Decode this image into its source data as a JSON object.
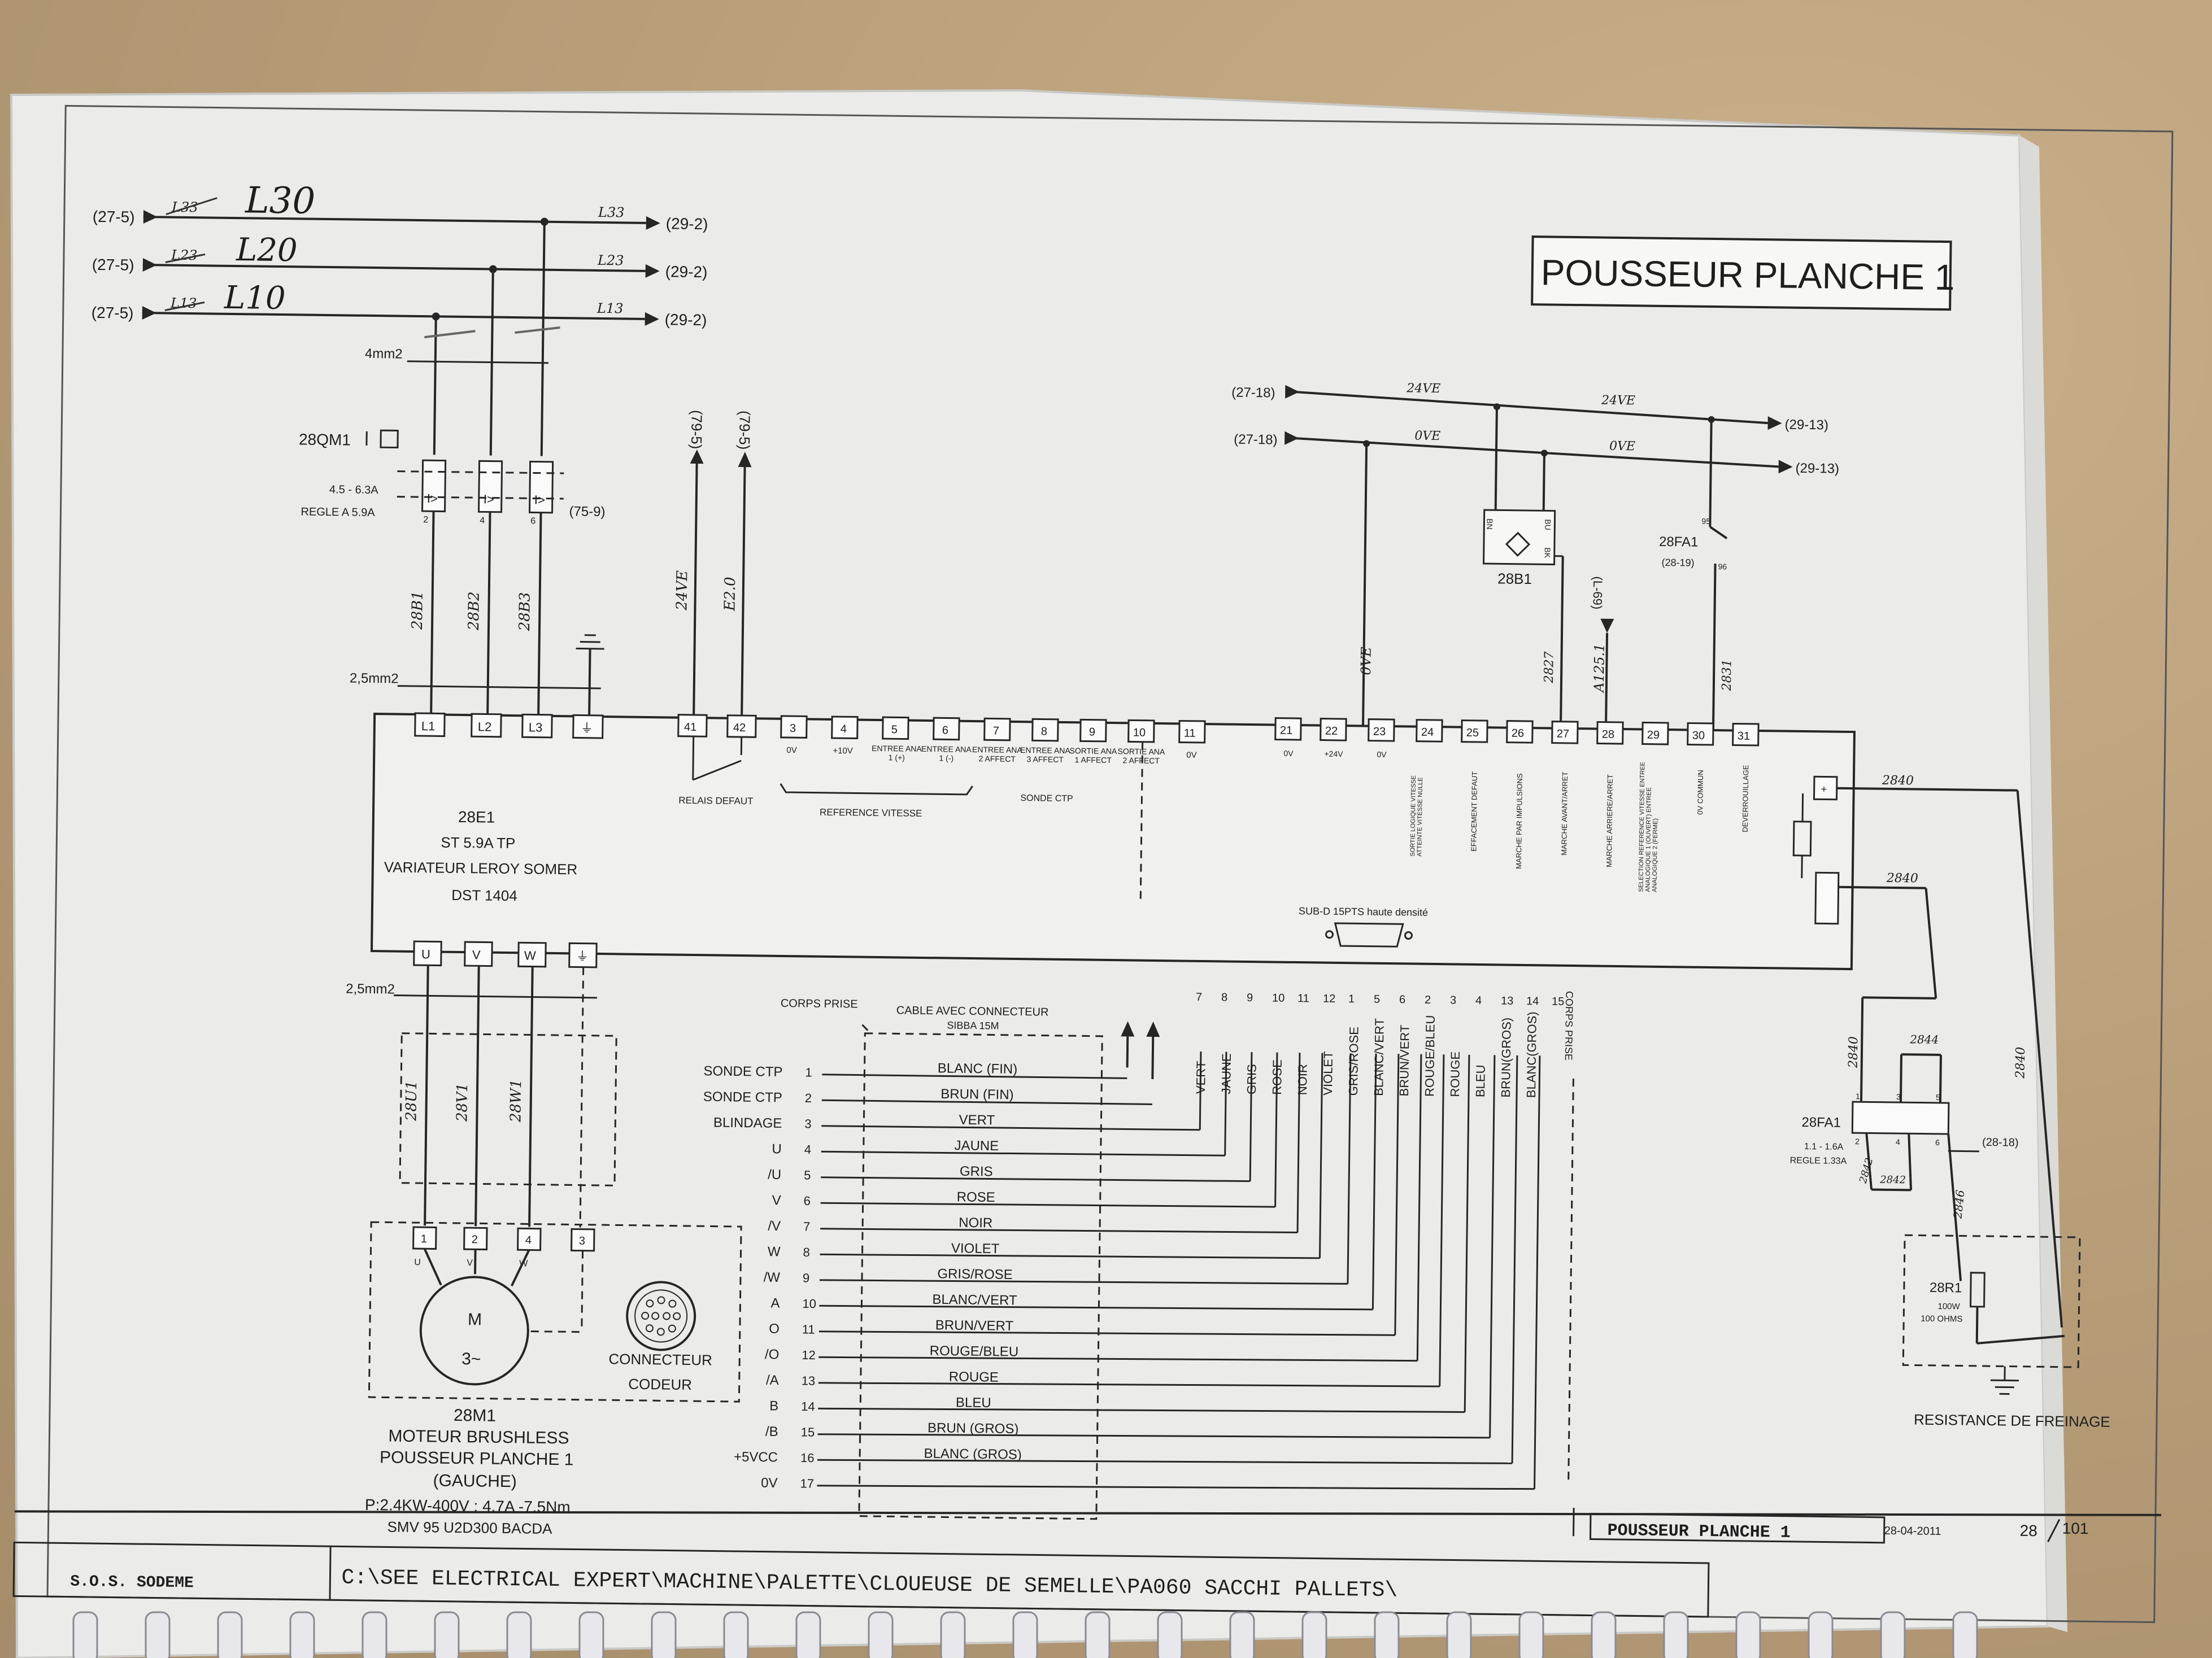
{
  "sheet": {
    "title": "POUSSEUR PLANCHE 1",
    "footer": {
      "company": "S.O.S. SODEME",
      "path": "C:\\SEE ELECTRICAL EXPERT\\MACHINE\\PALETTE\\CLOUEUSE DE SEMELLE\\PA060 SACCHI PALLETS\\",
      "title": "POUSSEUR PLANCHE 1",
      "date": "28-04-2011",
      "page": "28",
      "total": "101"
    }
  },
  "power": {
    "lines": [
      {
        "from": "(27-5)",
        "printed": "L33",
        "handwritten": "L30",
        "label": "L33",
        "to": "(29-2)"
      },
      {
        "from": "(27-5)",
        "printed": "L23",
        "handwritten": "L20",
        "label": "L23",
        "to": "(29-2)"
      },
      {
        "from": "(27-5)",
        "printed": "L13",
        "handwritten": "L10",
        "label": "L13",
        "to": "(29-2)"
      }
    ],
    "section_top": "4mm2",
    "breaker": {
      "name": "28QM1",
      "rating": "4.5 - 6.3A",
      "setting": "REGLE A 5.9A",
      "ref": "(75-9)",
      "contacts": [
        "2",
        "4",
        "6"
      ]
    },
    "wires": [
      "28B1",
      "28B2",
      "28B3"
    ],
    "section_mid": "2,5mm2",
    "section_out": "2,5mm2",
    "motor_wires": [
      "28U1",
      "28V1",
      "28W1"
    ]
  },
  "control": {
    "up": {
      "ref": "(79-5)",
      "wire": "24VE"
    },
    "down": {
      "ref": "(79-5)",
      "wire": "E2.0"
    },
    "relay_label": "RELAIS DEFAUT"
  },
  "supply": {
    "line1": {
      "from": "(27-18)",
      "label_a": "24VE",
      "label_b": "24VE",
      "to": "(29-13)"
    },
    "line2": {
      "from": "(27-18)",
      "label_a": "0VE",
      "label_b": "0VE",
      "to": "(29-13)"
    },
    "sensor": {
      "name": "28B1",
      "pins": [
        "BN",
        "BU",
        "BK"
      ]
    },
    "fa1": {
      "name": "28FA1",
      "ref": "(28-19)",
      "pins": [
        "95",
        "96"
      ]
    },
    "vert_labels": [
      "0VE",
      "2827",
      "A125.1",
      "(L-69)",
      "2831"
    ]
  },
  "drive": {
    "name": "28E1",
    "model": "ST 5.9A TP",
    "maker": "VARIATEUR LEROY SOMER",
    "ref": "DST 1404",
    "subd": "SUB-D 15PTS haute densité",
    "power_terms": [
      "L1",
      "L2",
      "L3",
      "⏚"
    ],
    "out_terms": [
      "U",
      "V",
      "W",
      "⏚"
    ],
    "ctrl_terms": [
      {
        "n": "41",
        "desc": ""
      },
      {
        "n": "42",
        "desc": ""
      },
      {
        "n": "3",
        "desc": "0V"
      },
      {
        "n": "4",
        "desc": "+10V"
      },
      {
        "n": "5",
        "desc": "ENTREE ANA 1 (+)"
      },
      {
        "n": "6",
        "desc": "ENTREE ANA 1 (-)"
      },
      {
        "n": "7",
        "desc": "ENTREE ANA 2 AFFECT"
      },
      {
        "n": "8",
        "desc": "ENTREE ANA 3 AFFECT"
      },
      {
        "n": "9",
        "desc": "SORTIE ANA 1 AFFECT"
      },
      {
        "n": "10",
        "desc": "SORTIE ANA 2 AFFECT"
      },
      {
        "n": "11",
        "desc": "0V"
      }
    ],
    "ctrl_terms2": [
      {
        "n": "21",
        "desc": "0V"
      },
      {
        "n": "22",
        "desc": "+24V"
      },
      {
        "n": "23",
        "desc": "0V"
      },
      {
        "n": "24",
        "desc": "SORTIE LOGIQUE VITESSE ATTEINTE VITESSE NULLE"
      },
      {
        "n": "25",
        "desc": "EFFACEMENT DEFAUT"
      },
      {
        "n": "26",
        "desc": "MARCHE PAR IMPULSIONS"
      },
      {
        "n": "27",
        "desc": "MARCHE AVANT/ARRET"
      },
      {
        "n": "28",
        "desc": "MARCHE ARRIERE/ARRET"
      },
      {
        "n": "29",
        "desc": "SELECTION REFERENCE VITESSE ENTREE ANALOGIQUE 1 (OUVERT) ENTREE ANALOGIQUE 2 (FERME)"
      },
      {
        "n": "30",
        "desc": "0V COMMUN"
      },
      {
        "n": "31",
        "desc": "DEVERROUILLAGE"
      }
    ],
    "group_labels": {
      "ref_vitesse": "REFERENCE VITESSE",
      "sonde": "SONDE CTP"
    }
  },
  "motor": {
    "name": "28M1",
    "desc1": "MOTEUR BRUSHLESS",
    "desc2": "POUSSEUR PLANCHE 1",
    "desc3": "(GAUCHE)",
    "spec": "P:2.4KW-400V : 4.7A -7.5Nm",
    "model": "SMV 95 U2D300 BACDA",
    "terms": [
      "1",
      "2",
      "4",
      "3"
    ],
    "phases": [
      "U",
      "V",
      "W"
    ],
    "symbol": "M",
    "symbol2": "3~",
    "encoder": "CONNECTEUR CODEUR"
  },
  "cable": {
    "title": "CABLE AVEC CONNECTEUR",
    "subtitle": "SIBBA 15M",
    "corps": "CORPS PRISE",
    "corps_v": "CORPS PRISE",
    "rows": [
      {
        "sig": "SONDE CTP",
        "pin": "1",
        "color": "BLANC (FIN)"
      },
      {
        "sig": "SONDE CTP",
        "pin": "2",
        "color": "BRUN (FIN)"
      },
      {
        "sig": "BLINDAGE",
        "pin": "3",
        "color": "VERT"
      },
      {
        "sig": "U",
        "pin": "4",
        "color": "JAUNE"
      },
      {
        "sig": "/U",
        "pin": "5",
        "color": "GRIS"
      },
      {
        "sig": "V",
        "pin": "6",
        "color": "ROSE"
      },
      {
        "sig": "/V",
        "pin": "7",
        "color": "NOIR"
      },
      {
        "sig": "W",
        "pin": "8",
        "color": "VIOLET"
      },
      {
        "sig": "/W",
        "pin": "9",
        "color": "GRIS/ROSE"
      },
      {
        "sig": "A",
        "pin": "10",
        "color": "BLANC/VERT"
      },
      {
        "sig": "O",
        "pin": "11",
        "color": "BRUN/VERT"
      },
      {
        "sig": "/O",
        "pin": "12",
        "color": "ROUGE/BLEU"
      },
      {
        "sig": "/A",
        "pin": "13",
        "color": "ROUGE"
      },
      {
        "sig": "B",
        "pin": "14",
        "color": "BLEU"
      },
      {
        "sig": "/B",
        "pin": "15",
        "color": "BRUN (GROS)"
      },
      {
        "sig": "+5VCC",
        "pin": "16",
        "color": "BLANC (GROS)"
      },
      {
        "sig": "0V",
        "pin": "17",
        "color": ""
      }
    ],
    "sub_pins": [
      "7",
      "8",
      "9",
      "10",
      "11",
      "12",
      "1",
      "5",
      "6",
      "2",
      "3",
      "4",
      "13",
      "14",
      "15"
    ],
    "sub_colors": [
      "VERT",
      "JAUNE",
      "GRIS",
      "ROSE",
      "NOIR",
      "VIOLET",
      "GRIS/ROSE",
      "BLANC/VERT",
      "BRUN/VERT",
      "ROUGE/BLEU",
      "ROUGE",
      "BLEU",
      "BRUN(GROS)",
      "BLANC(GROS)"
    ]
  },
  "brake": {
    "wires": [
      "2840",
      "2840",
      "2840",
      "2844",
      "2840",
      "2842",
      "2842",
      "2846"
    ],
    "fa1": {
      "name": "28FA1",
      "rating": "1.1 - 1.6A",
      "setting": "REGLE 1.33A",
      "ref": "(28-18)",
      "pins": [
        "1",
        "3",
        "5",
        "2",
        "4",
        "6"
      ]
    },
    "resistor": {
      "name": "28R1",
      "power": "100W",
      "ohms": "100 OHMS"
    },
    "label": "RESISTANCE DE FREINAGE"
  }
}
